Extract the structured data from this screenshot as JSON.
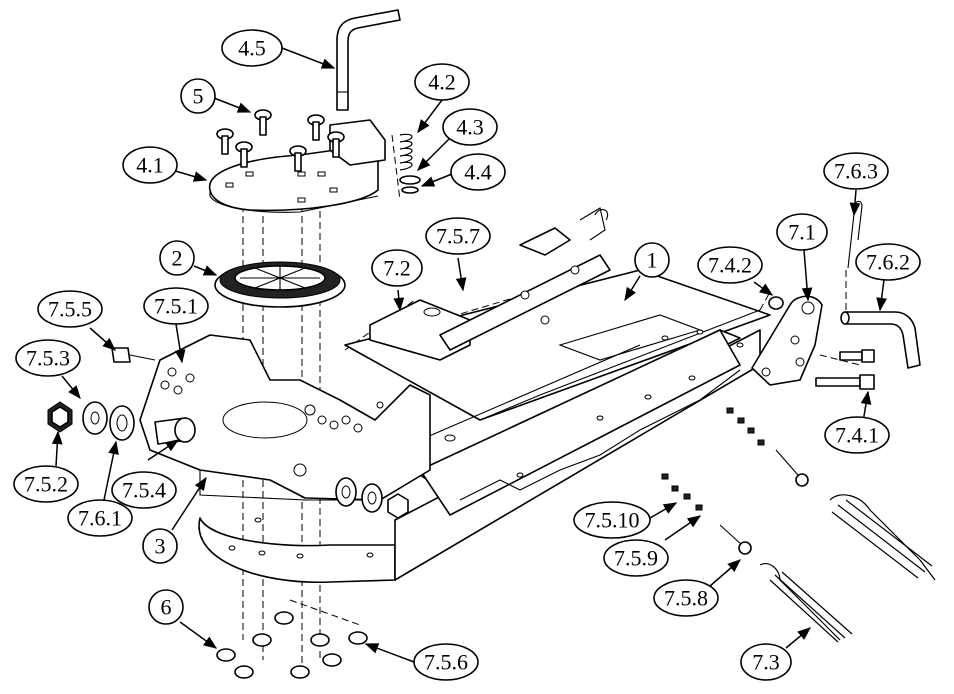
{
  "callouts": [
    {
      "id": "c-4-5",
      "label": "4.5"
    },
    {
      "id": "c-5",
      "label": "5"
    },
    {
      "id": "c-4-2",
      "label": "4.2"
    },
    {
      "id": "c-4-3",
      "label": "4.3"
    },
    {
      "id": "c-4-4",
      "label": "4.4"
    },
    {
      "id": "c-4-1",
      "label": "4.1"
    },
    {
      "id": "c-7-6-3",
      "label": "7.6.3"
    },
    {
      "id": "c-7-5-7",
      "label": "7.5.7"
    },
    {
      "id": "c-7-1",
      "label": "7.1"
    },
    {
      "id": "c-2",
      "label": "2"
    },
    {
      "id": "c-7-2",
      "label": "7.2"
    },
    {
      "id": "c-1",
      "label": "1"
    },
    {
      "id": "c-7-4-2",
      "label": "7.4.2"
    },
    {
      "id": "c-7-6-2",
      "label": "7.6.2"
    },
    {
      "id": "c-7-5-5",
      "label": "7.5.5"
    },
    {
      "id": "c-7-5-1",
      "label": "7.5.1"
    },
    {
      "id": "c-7-5-3",
      "label": "7.5.3"
    },
    {
      "id": "c-7-4-1",
      "label": "7.4.1"
    },
    {
      "id": "c-7-5-2",
      "label": "7.5.2"
    },
    {
      "id": "c-7-5-4",
      "label": "7.5.4"
    },
    {
      "id": "c-7-6-1",
      "label": "7.6.1"
    },
    {
      "id": "c-7-5-10",
      "label": "7.5.10"
    },
    {
      "id": "c-3",
      "label": "3"
    },
    {
      "id": "c-7-5-9",
      "label": "7.5.9"
    },
    {
      "id": "c-7-5-8",
      "label": "7.5.8"
    },
    {
      "id": "c-6",
      "label": "6"
    },
    {
      "id": "c-7-5-6",
      "label": "7.5.6"
    },
    {
      "id": "c-7-3",
      "label": "7.3"
    }
  ]
}
